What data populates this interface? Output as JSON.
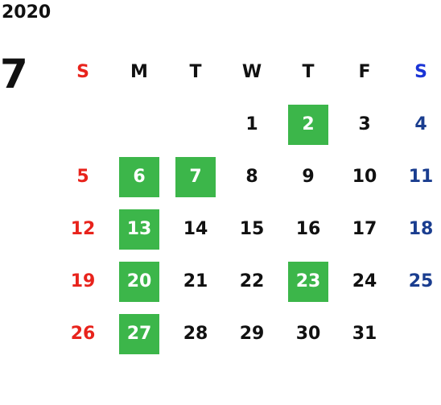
{
  "calendar": {
    "year": "2020",
    "month": "7",
    "weekday_headers": [
      {
        "label": "S",
        "color": "#e8231c"
      },
      {
        "label": "M",
        "color": "#111111"
      },
      {
        "label": "T",
        "color": "#111111"
      },
      {
        "label": "W",
        "color": "#111111"
      },
      {
        "label": "T",
        "color": "#111111"
      },
      {
        "label": "F",
        "color": "#111111"
      },
      {
        "label": "S",
        "color": "#1a34d6"
      }
    ],
    "weeks": [
      [
        null,
        null,
        null,
        {
          "day": "1"
        },
        {
          "day": "2",
          "highlight": true
        },
        {
          "day": "3"
        },
        {
          "day": "4"
        }
      ],
      [
        {
          "day": "5"
        },
        {
          "day": "6",
          "highlight": true
        },
        {
          "day": "7",
          "highlight": true
        },
        {
          "day": "8"
        },
        {
          "day": "9"
        },
        {
          "day": "10"
        },
        {
          "day": "11"
        }
      ],
      [
        {
          "day": "12"
        },
        {
          "day": "13",
          "highlight": true
        },
        {
          "day": "14"
        },
        {
          "day": "15"
        },
        {
          "day": "16"
        },
        {
          "day": "17"
        },
        {
          "day": "18"
        }
      ],
      [
        {
          "day": "19"
        },
        {
          "day": "20",
          "highlight": true
        },
        {
          "day": "21"
        },
        {
          "day": "22"
        },
        {
          "day": "23",
          "highlight": true
        },
        {
          "day": "24"
        },
        {
          "day": "25"
        }
      ],
      [
        {
          "day": "26"
        },
        {
          "day": "27",
          "highlight": true
        },
        {
          "day": "28"
        },
        {
          "day": "29"
        },
        {
          "day": "30"
        },
        {
          "day": "31"
        },
        null
      ]
    ],
    "colors": {
      "sunday": "#e8231c",
      "saturday": "#1a3d8f",
      "weekday": "#111111",
      "highlight_bg": "#3cb64a",
      "highlight_text": "#ffffff"
    }
  }
}
